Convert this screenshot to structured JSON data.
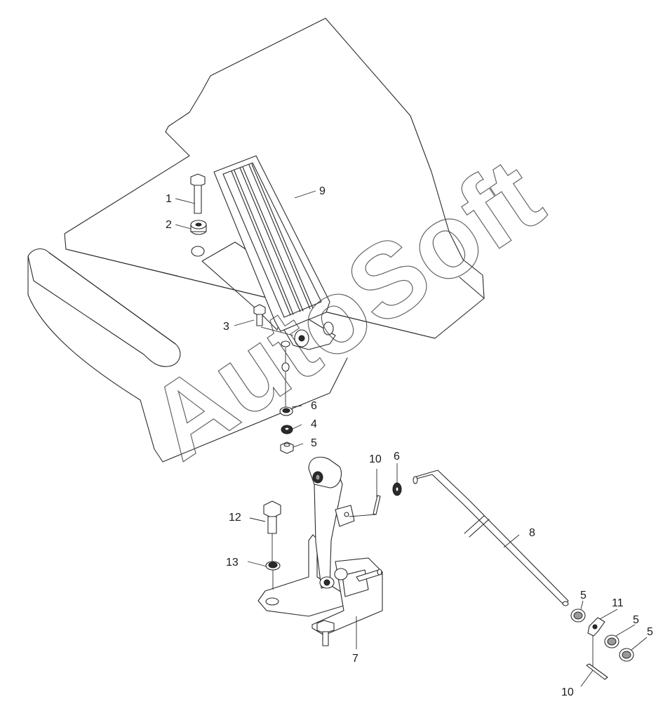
{
  "watermark": {
    "text": "AutoSoft"
  },
  "callouts": {
    "c1": "1",
    "c2": "2",
    "c3": "3",
    "c4": "4",
    "c5a": "5",
    "c5b": "5",
    "c5c": "5",
    "c5d": "5",
    "c6a": "6",
    "c6b": "6",
    "c7": "7",
    "c8": "8",
    "c9": "9",
    "c10a": "10",
    "c10b": "10",
    "c11": "11",
    "c12": "12",
    "c13": "13"
  }
}
